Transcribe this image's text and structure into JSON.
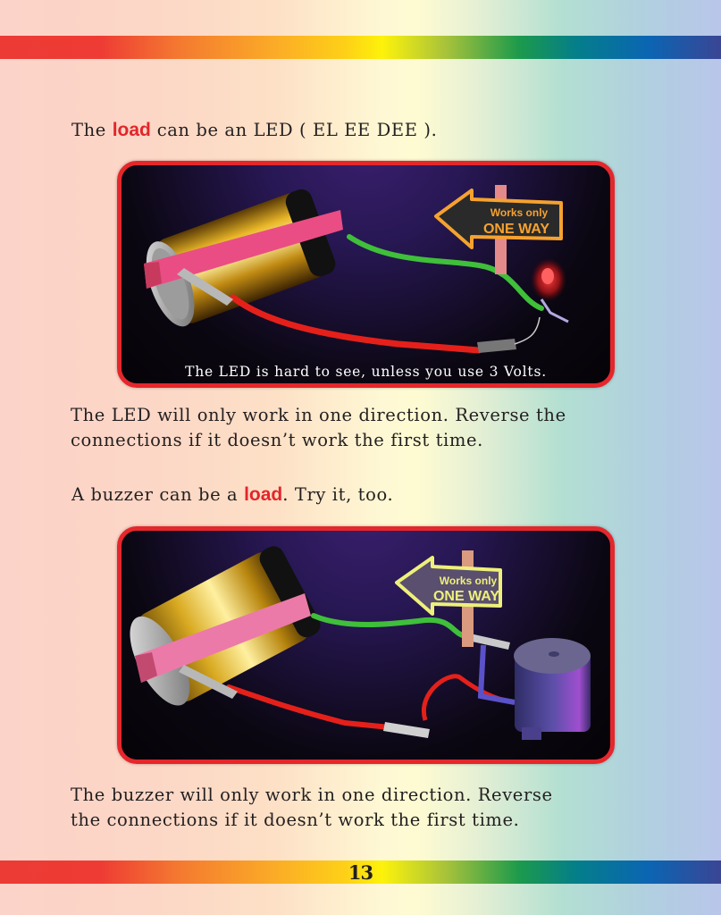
{
  "page": {
    "page_number": "13",
    "colors": {
      "accent_red": "#e3262a",
      "panel_border": "#e5272c",
      "text": "#231f20"
    }
  },
  "intro": {
    "prefix": "The ",
    "keyword": "load",
    "suffix": " can be an LED ( EL  EE  DEE )."
  },
  "led_panel": {
    "caption": "The LED is hard to see, unless you use 3 Volts.",
    "sign_line1": "Works only",
    "sign_line2": "ONE WAY",
    "components": [
      "battery",
      "rubber-band",
      "green-wire",
      "red-wire",
      "alligator-clip",
      "red-led",
      "one-way-sign"
    ]
  },
  "led_note": {
    "line1": "The LED will only work in one direction.  Reverse the",
    "line2": "connections if it doesn’t work the first time."
  },
  "buzzer_intro": {
    "prefix": "A buzzer can be a ",
    "keyword": "load",
    "suffix": ".   Try it, too."
  },
  "buzzer_panel": {
    "sign_line1": "Works only",
    "sign_line2": "ONE WAY",
    "components": [
      "battery",
      "rubber-band",
      "green-wire",
      "red-wire",
      "alligator-clip",
      "buzzer",
      "one-way-sign"
    ]
  },
  "buzzer_note": {
    "line1": "The buzzer will only work in one direction.  Reverse",
    "line2": "the connections if it doesn’t work the first time."
  }
}
